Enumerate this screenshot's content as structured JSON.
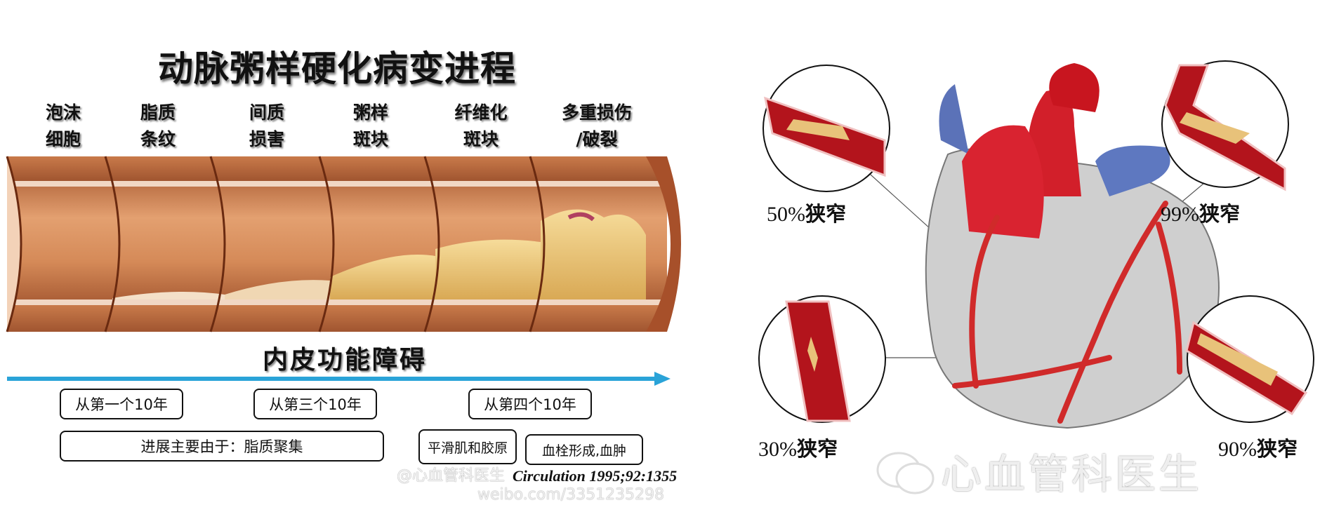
{
  "left_panel": {
    "title": "动脉粥样硬化病变进程",
    "stages": [
      {
        "line1": "泡沫",
        "line2": "细胞"
      },
      {
        "line1": "脂质",
        "line2": "条纹"
      },
      {
        "line1": "间质",
        "line2": "损害"
      },
      {
        "line1": "粥样",
        "line2": "斑块"
      },
      {
        "line1": "纤维化",
        "line2": "斑块"
      },
      {
        "line1": "多重损伤",
        "line2": "/破裂"
      }
    ],
    "arrow_label": "内皮功能障碍",
    "arrow_color": "#2aa3d8",
    "timeline": [
      "从第一个10年",
      "从第三个10年",
      "从第四个10年"
    ],
    "causes": [
      "进展主要由于：脂质聚集",
      "平滑肌和胶原",
      "血栓形成,血肿"
    ],
    "citation": "Circulation 1995;92:1355",
    "weibo_handle": "@心血管科医生",
    "weibo_url": "weibo.com/3351235298"
  },
  "right_panel": {
    "stenosis_labels": [
      {
        "percent": "50%",
        "text": "狭窄"
      },
      {
        "percent": "99%",
        "text": "狭窄"
      },
      {
        "percent": "30%",
        "text": "狭窄"
      },
      {
        "percent": "90%",
        "text": "狭窄"
      }
    ],
    "watermark": "心血管科医生"
  }
}
